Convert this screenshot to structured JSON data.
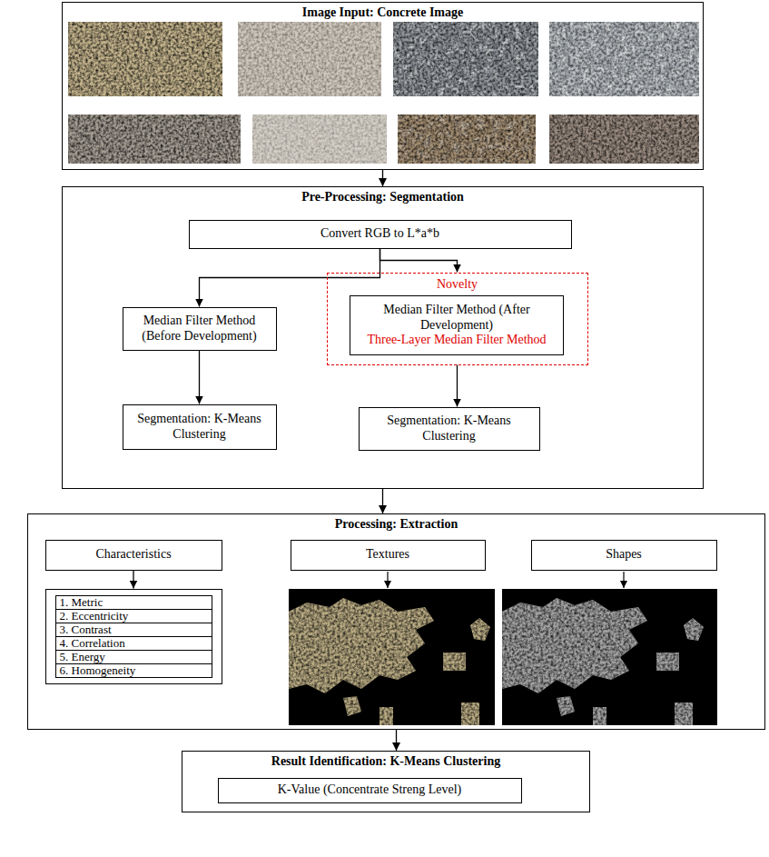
{
  "diagram": {
    "nodes": [
      {
        "text": [
          "Image Input: Concrete Image"
        ]
      },
      {
        "text": [
          "Pre-Processing: Segmentation"
        ]
      },
      {
        "text": [
          "Convert RGB to L*a*b"
        ],
        "in": 1
      },
      {
        "text": [
          "Median Filter Method (Before Development)"
        ],
        "in": 1
      },
      {
        "text": [
          "Novelty"
        ],
        "in": 1
      },
      {
        "text": [
          "Median Filter Method (After Development)",
          "Three-Layer Median Filter Method"
        ],
        "in": 4
      },
      {
        "text": [
          "Segmentation: K-Means Clustering"
        ],
        "in": 1
      },
      {
        "text": [
          "Segmentation: K-Means Clustering"
        ],
        "in": 1
      },
      {
        "text": [
          "Processing: Extraction"
        ]
      },
      {
        "text": [
          "Characteristics"
        ],
        "in": 8
      },
      {
        "text": [
          "Textures"
        ],
        "in": 8
      },
      {
        "text": [
          "Shapes"
        ],
        "in": 8
      },
      {
        "text": [
          "1. Metric",
          "2. Eccentricity",
          "3. Contrast",
          "4. Correlation",
          "5. Energy",
          "6. Homogeneity"
        ],
        "in": 8
      },
      {
        "text": [
          "Result Identification: K-Means Clustering"
        ]
      },
      {
        "text": [
          "K-Value (Concentrate Streng Level)"
        ],
        "in": 13
      }
    ],
    "edges": [
      {
        "from": 0,
        "to": 1,
        "arrow": "to"
      },
      {
        "from": 2,
        "to": 3,
        "arrow": "to"
      },
      {
        "from": 2,
        "to": 4,
        "arrow": "to"
      },
      {
        "from": 3,
        "to": 6,
        "arrow": "to"
      },
      {
        "from": 4,
        "to": 7,
        "arrow": "to"
      },
      {
        "from": 1,
        "to": 8,
        "arrow": "to"
      },
      {
        "from": 9,
        "to": 12,
        "arrow": "to"
      },
      {
        "from": 8,
        "to": 13,
        "arrow": "to"
      }
    ]
  }
}
